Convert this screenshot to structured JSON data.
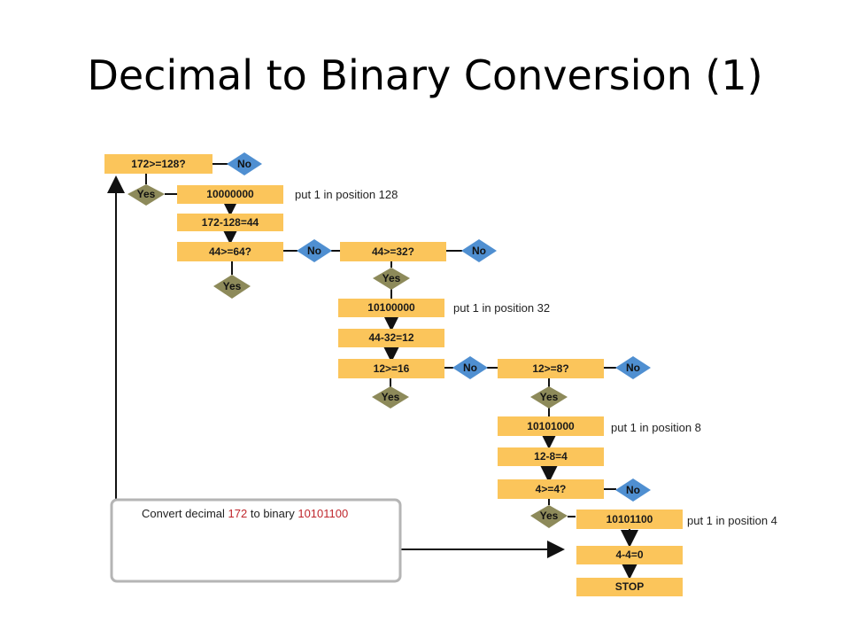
{
  "title": "Decimal to Binary Conversion (1)",
  "boxes": {
    "q1": "172>=128?",
    "b1": "10000000",
    "s1": "172-128=44",
    "q2": "44>=64?",
    "q3": "44>=32?",
    "b2": "10100000",
    "s2": "44-32=12",
    "q4": "12>=16",
    "q5": "12>=8?",
    "b3": "10101000",
    "s3": "12-8=4",
    "q6": "4>=4?",
    "b4": "10101100",
    "s4": "4-4=0",
    "stop": "STOP"
  },
  "yes_label": "Yes",
  "no_label": "No",
  "notes": {
    "n1": "put 1 in position 128",
    "n2": "put 1 in position 32",
    "n3": "put 1 in position 8",
    "n4": "put 1 in position 4"
  },
  "convert": {
    "prefix": "Convert decimal ",
    "decimal": "172",
    "middle": " to binary ",
    "binary": "10101100"
  },
  "colors": {
    "box": "#fbc55b",
    "yes": "#8d8a5a",
    "no": "#4f8fd1",
    "highlight": "#c0272d"
  }
}
